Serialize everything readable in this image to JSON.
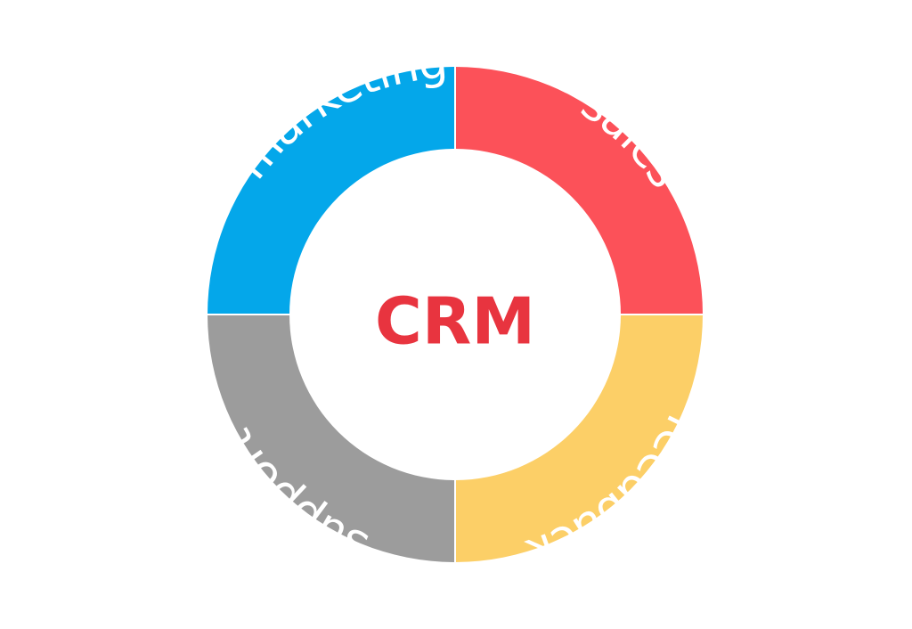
{
  "diagram": {
    "center_text": "CRM",
    "center_color": "#e8343f",
    "segments": [
      {
        "label": "sales",
        "color": "#fc5159"
      },
      {
        "label": "feedback",
        "color": "#fccf67"
      },
      {
        "label": "support",
        "color": "#9c9c9c"
      },
      {
        "label": "marketing",
        "color": "#04a7ea"
      }
    ]
  }
}
